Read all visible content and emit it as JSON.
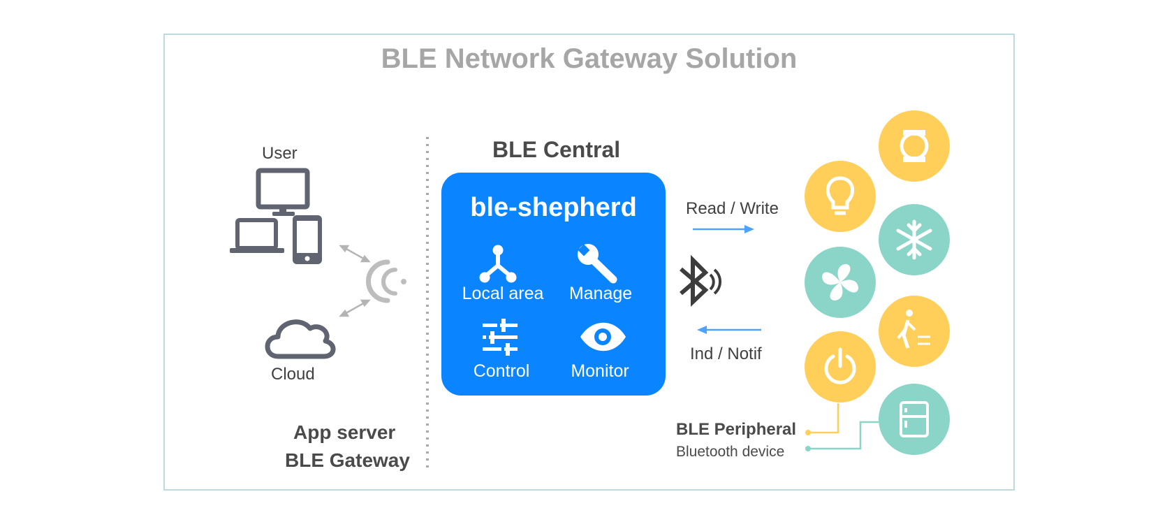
{
  "title": "BLE Network Gateway Solution",
  "left": {
    "user_label": "User",
    "cloud_label": "Cloud",
    "app_server_label": "App server",
    "ble_gateway_label": "BLE Gateway"
  },
  "central": {
    "label": "BLE Central",
    "box_title": "ble-shepherd",
    "features": [
      "Local area",
      "Manage",
      "Control",
      "Monitor"
    ]
  },
  "links": {
    "read_write": "Read / Write",
    "ind_notif": "Ind / Notif"
  },
  "peripheral": {
    "label": "BLE Peripheral",
    "sublabel": "Bluetooth device"
  },
  "devices": [
    {
      "icon": "watch-icon",
      "color": "#ffcf5a"
    },
    {
      "icon": "lightbulb-icon",
      "color": "#ffcf5a"
    },
    {
      "icon": "snowflake-icon",
      "color": "#8ad5c8"
    },
    {
      "icon": "fan-icon",
      "color": "#8ad5c8"
    },
    {
      "icon": "motion-sensor-icon",
      "color": "#ffcf5a"
    },
    {
      "icon": "power-icon",
      "color": "#ffcf5a"
    },
    {
      "icon": "refrigerator-icon",
      "color": "#8ad5c8"
    }
  ],
  "colors": {
    "accent_blue": "#0a84ff",
    "yellow": "#ffcf5a",
    "teal": "#8ad5c8",
    "frame_border": "#bfd9dd",
    "title_gray": "#a6a6a6"
  }
}
